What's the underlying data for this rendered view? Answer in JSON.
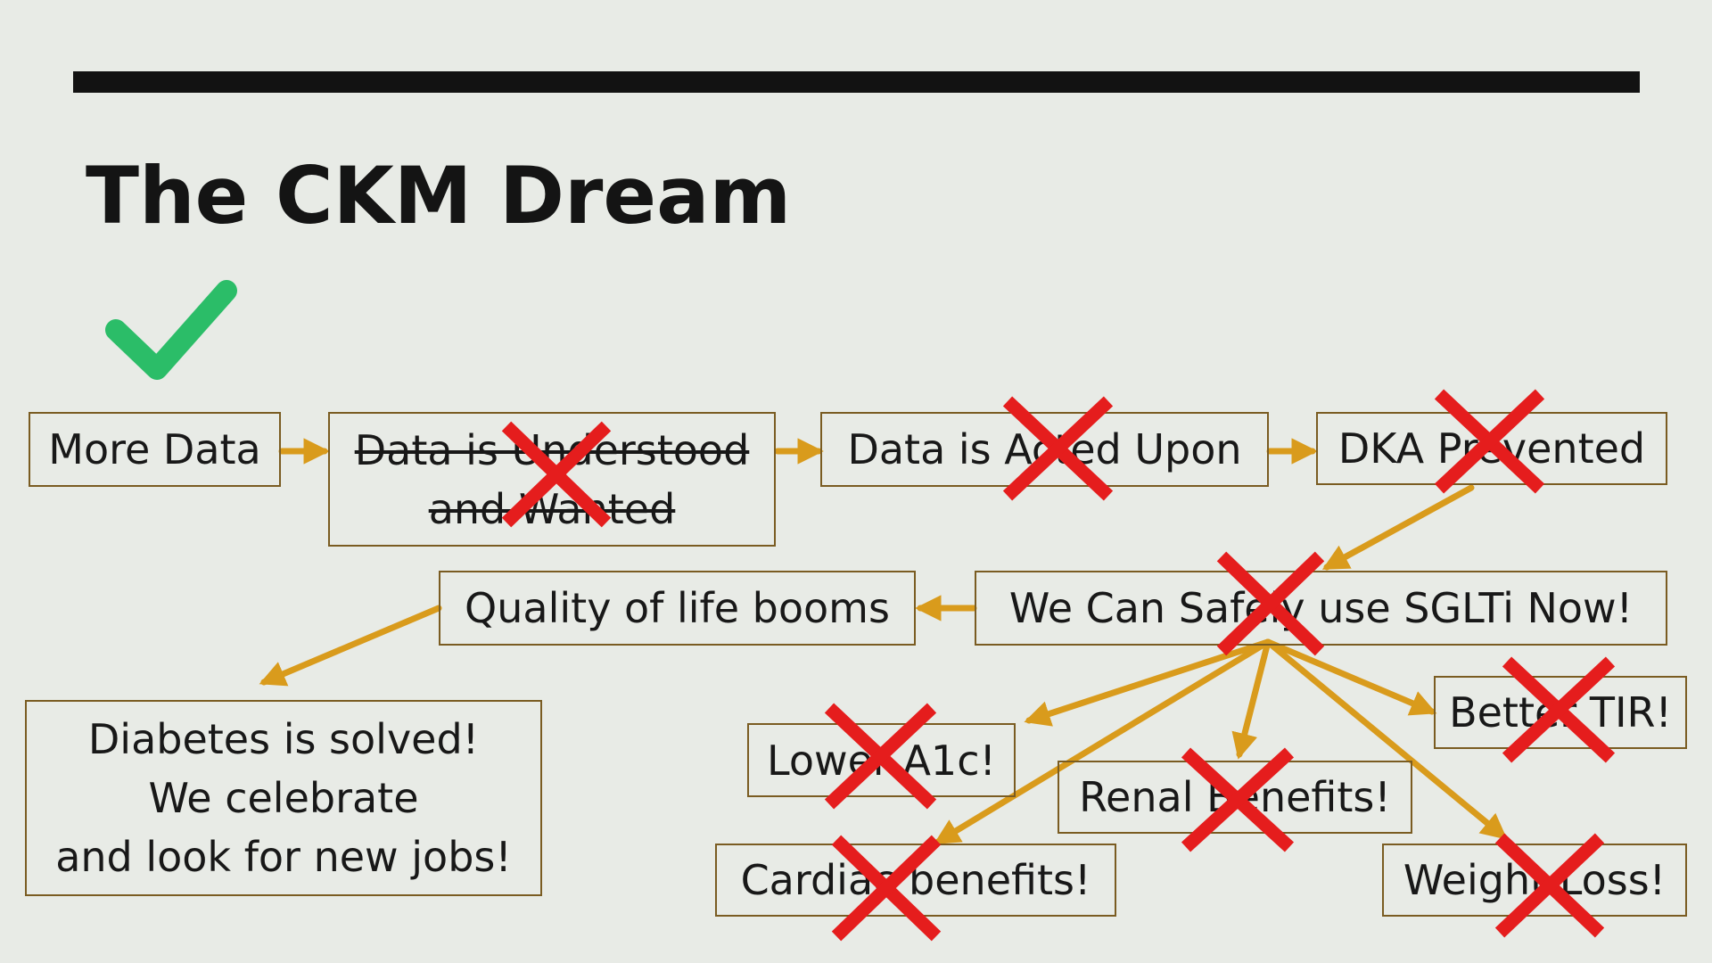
{
  "title": "The CKM Dream",
  "colors": {
    "arrow": "#d99b1c",
    "cross": "#e51d1d",
    "check": "#2bbd68",
    "box_border": "#7a5c22",
    "background": "#e8ebe6"
  },
  "icons": [
    "check-icon",
    "cross-icon"
  ],
  "nodes": {
    "more_data": "More Data",
    "understood_wanted": "Data is Understood\nand Wanted",
    "acted_upon": "Data is Acted Upon",
    "dka_prevented": "DKA Prevented",
    "sglti": "We Can Safely use SGLTi Now!",
    "quality_of_life": "Quality of life booms",
    "diabetes_solved": "Diabetes is solved!\nWe celebrate\nand look for new jobs!",
    "lower_a1c": "Lower A1c!",
    "renal": "Renal Benefits!",
    "better_tir": "Better TIR!",
    "cardiac": "Cardiac benefits!",
    "weight_loss": "Weight Loss!"
  }
}
